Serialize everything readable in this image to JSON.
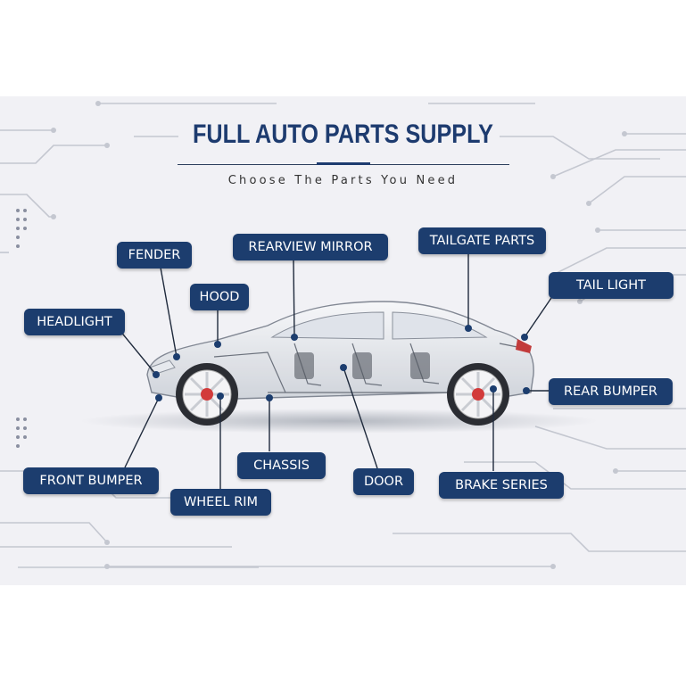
{
  "title": "FULL AUTO PARTS SUPPLY",
  "subtitle": "Choose The Parts You Need",
  "colors": {
    "label_bg": "#1c3d6e",
    "heading": "#1d3b6f",
    "banner_bg": "#f1f1f5"
  },
  "parts": {
    "fender": "FENDER",
    "rearview_mirror": "REARVIEW MIRROR",
    "tailgate_parts": "TAILGATE PARTS",
    "hood": "HOOD",
    "tail_light": "TAIL LIGHT",
    "headlight": "HEADLIGHT",
    "rear_bumper": "REAR BUMPER",
    "chassis": "CHASSIS",
    "door": "DOOR",
    "brake_series": "BRAKE SERIES",
    "front_bumper": "FRONT BUMPER",
    "wheel_rim": "WHEEL RIM"
  }
}
